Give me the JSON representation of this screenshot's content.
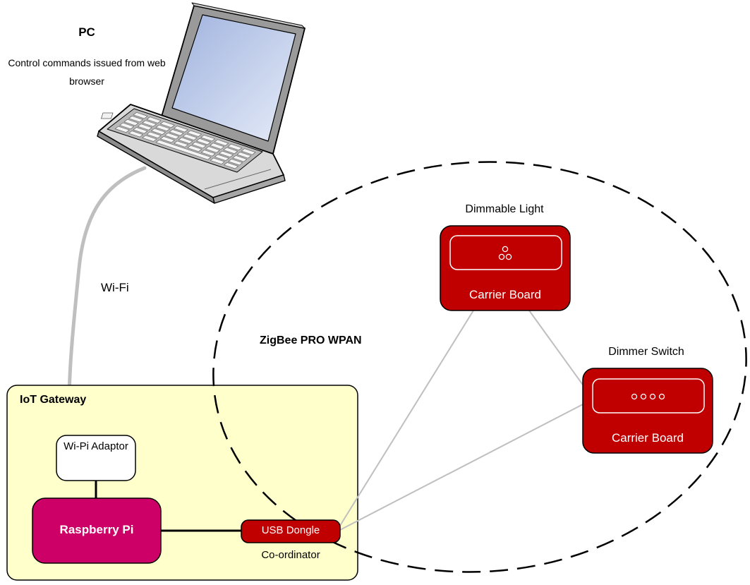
{
  "pc": {
    "title": "PC",
    "description": "Control commands issued from web browser"
  },
  "links": {
    "wifi_label": "Wi-Fi"
  },
  "network": {
    "label": "ZigBee PRO WPAN"
  },
  "gateway": {
    "title": "IoT Gateway",
    "wifi_adaptor": "Wi-Pi Adaptor",
    "raspberry_pi": "Raspberry Pi",
    "usb_dongle": "USB Dongle",
    "usb_role": "Co-ordinator"
  },
  "dimmable_light": {
    "title": "Dimmable Light",
    "board": "Carrier Board"
  },
  "dimmer_switch": {
    "title": "Dimmer Switch",
    "board": "Carrier Board"
  },
  "colors": {
    "gateway_fill": "#ffffcc",
    "board_red": "#c00000",
    "raspberry": "#cc0066",
    "link_gray": "#bfbfbf",
    "screen_blue": "#c8d4ef"
  }
}
